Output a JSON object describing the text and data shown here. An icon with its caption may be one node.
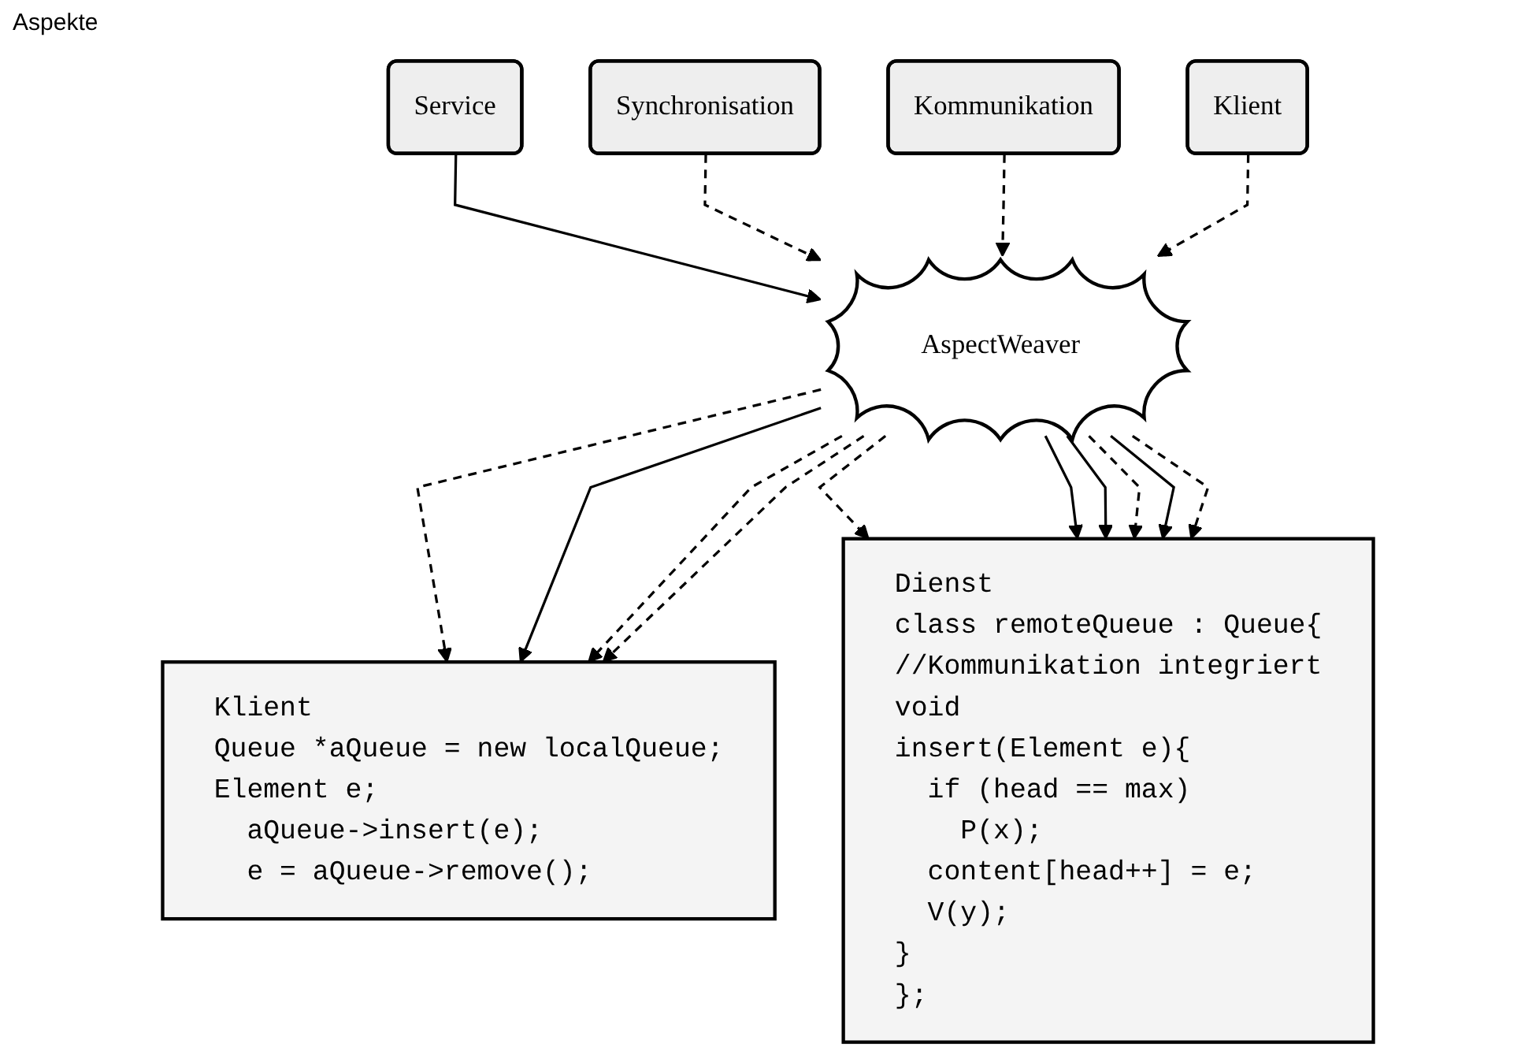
{
  "diagram": {
    "title": "Aspekte",
    "nodes": [
      {
        "text": [
          "Service"
        ]
      },
      {
        "text": [
          "Synchronisation"
        ]
      },
      {
        "text": [
          "Kommunikation"
        ]
      },
      {
        "text": [
          "Klient"
        ]
      },
      {
        "text": [
          "AspectWeaver"
        ]
      },
      {
        "text": [
          "Klient",
          "Queue *aQueue = new localQueue;",
          "Element e;",
          "  aQueue->insert(e);",
          "  e = aQueue->remove();"
        ]
      },
      {
        "text": [
          "Dienst",
          "class remoteQueue : Queue{",
          "//Kommunikation integriert",
          "void",
          "insert(Element e){",
          "  if (head == max)",
          "    P(x);",
          "  content[head++] = e;",
          "  V(y);",
          "}",
          "};"
        ]
      }
    ],
    "edges": [
      {
        "from": 0,
        "to": 4,
        "arrow": "to"
      },
      {
        "from": 1,
        "to": 4,
        "arrow": "to",
        "style": "dashed"
      },
      {
        "from": 2,
        "to": 4,
        "arrow": "to",
        "style": "dashed"
      },
      {
        "from": 3,
        "to": 4,
        "arrow": "to",
        "style": "dashed"
      },
      {
        "from": 4,
        "to": 5,
        "arrow": "to",
        "style": "dashed"
      },
      {
        "from": 4,
        "to": 5,
        "arrow": "to"
      },
      {
        "from": 4,
        "to": 5,
        "arrow": "to",
        "style": "dashed"
      },
      {
        "from": 4,
        "to": 5,
        "arrow": "to",
        "style": "dashed"
      },
      {
        "from": 4,
        "to": 6,
        "arrow": "to",
        "style": "dashed"
      },
      {
        "from": 4,
        "to": 6,
        "arrow": "to"
      },
      {
        "from": 4,
        "to": 6,
        "arrow": "to"
      },
      {
        "from": 4,
        "to": 6,
        "arrow": "to",
        "style": "dashed"
      },
      {
        "from": 4,
        "to": 6,
        "arrow": "to"
      },
      {
        "from": 4,
        "to": 6,
        "arrow": "to",
        "style": "dashed"
      }
    ]
  }
}
